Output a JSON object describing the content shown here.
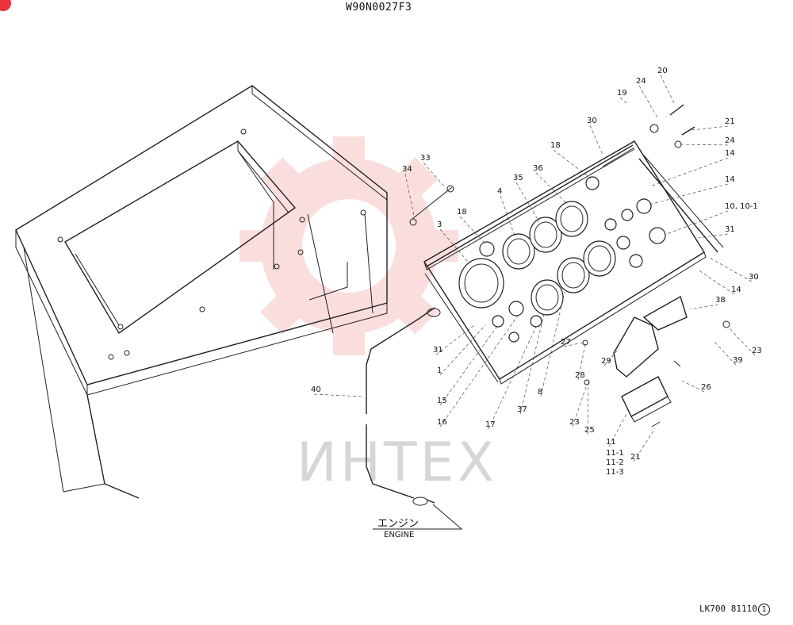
{
  "header": {
    "doc_code": "W90N0027F3"
  },
  "footer": {
    "ref": "LK700  81110",
    "sheet": "1"
  },
  "watermark": {
    "text": "ИНТЕХ",
    "color": "#f4b6b6"
  },
  "engine": {
    "jp": "エンジン",
    "en": "ENGINE"
  },
  "colors": {
    "badge": "#e8323c",
    "watermark_gear": "#f6c4c4",
    "ink": "#222222"
  },
  "callouts": [
    {
      "id": "20",
      "text": "20"
    },
    {
      "id": "24a",
      "text": "24"
    },
    {
      "id": "19",
      "text": "19"
    },
    {
      "id": "21a",
      "text": "21"
    },
    {
      "id": "24b",
      "text": "24"
    },
    {
      "id": "30a",
      "text": "30"
    },
    {
      "id": "14a",
      "text": "14"
    },
    {
      "id": "18a",
      "text": "18"
    },
    {
      "id": "14b",
      "text": "14"
    },
    {
      "id": "33",
      "text": "33"
    },
    {
      "id": "34",
      "text": "34"
    },
    {
      "id": "36",
      "text": "36"
    },
    {
      "id": "35",
      "text": "35"
    },
    {
      "id": "4",
      "text": "4"
    },
    {
      "id": "10",
      "text": "10, 10-1"
    },
    {
      "id": "18b",
      "text": "18"
    },
    {
      "id": "3",
      "text": "3"
    },
    {
      "id": "31a",
      "text": "31"
    },
    {
      "id": "30b",
      "text": "30"
    },
    {
      "id": "14c",
      "text": "14"
    },
    {
      "id": "38",
      "text": "38"
    },
    {
      "id": "23a",
      "text": "23"
    },
    {
      "id": "39",
      "text": "39"
    },
    {
      "id": "31b",
      "text": "31"
    },
    {
      "id": "1",
      "text": "1"
    },
    {
      "id": "27",
      "text": "27"
    },
    {
      "id": "29",
      "text": "29"
    },
    {
      "id": "28",
      "text": "28"
    },
    {
      "id": "40",
      "text": "40"
    },
    {
      "id": "26",
      "text": "26"
    },
    {
      "id": "15",
      "text": "15"
    },
    {
      "id": "8",
      "text": "8"
    },
    {
      "id": "16",
      "text": "16"
    },
    {
      "id": "17",
      "text": "17"
    },
    {
      "id": "37",
      "text": "37"
    },
    {
      "id": "23b",
      "text": "23"
    },
    {
      "id": "25",
      "text": "25"
    },
    {
      "id": "11",
      "text": "11"
    },
    {
      "id": "11-1",
      "text": "11-1"
    },
    {
      "id": "11-2",
      "text": "11-2"
    },
    {
      "id": "11-3",
      "text": "11-3"
    },
    {
      "id": "21b",
      "text": "21"
    }
  ]
}
